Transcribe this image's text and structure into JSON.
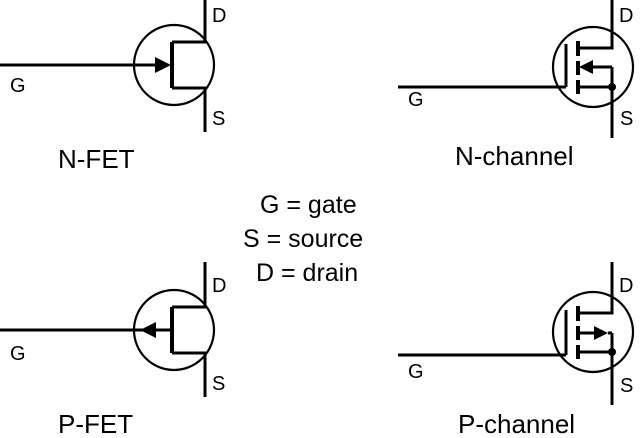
{
  "diagram": {
    "symbols": [
      {
        "caption": "N-FET",
        "gate": "G",
        "drain": "D",
        "source": "S"
      },
      {
        "caption": "N-channel",
        "gate": "G",
        "drain": "D",
        "source": "S"
      },
      {
        "caption": "P-FET",
        "gate": "G",
        "drain": "D",
        "source": "S"
      },
      {
        "caption": "P-channel",
        "gate": "G",
        "drain": "D",
        "source": "S"
      }
    ],
    "legend": [
      "G = gate",
      "S = source",
      "D = drain"
    ]
  }
}
